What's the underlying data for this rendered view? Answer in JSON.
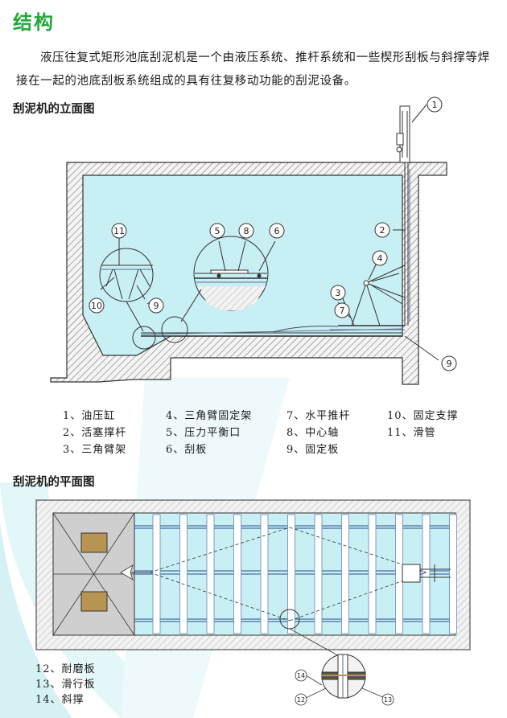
{
  "page": {
    "title": "结构",
    "intro": "液压往复式矩形池底刮泥机是一个由液压系统、推杆系统和一些楔形刮板与斜撑等焊接在一起的池底刮板系统组成的具有往复移动功能的刮泥设备。"
  },
  "elevation": {
    "title": "刮泥机的立面图",
    "callouts": [
      "1",
      "2",
      "3",
      "4",
      "5",
      "6",
      "7",
      "8",
      "9",
      "10",
      "11"
    ],
    "legend": [
      "1、油压缸",
      "4、三角臂固定架",
      "7、水平推杆",
      "10、固定支撑",
      "2、活塞撑杆",
      "5、压力平衡口",
      "8、中心轴",
      "11、滑管",
      "3、三角臂架",
      "6、刮板",
      "9、固定板",
      ""
    ]
  },
  "plan": {
    "title": "刮泥机的平面图",
    "callouts": [
      "14",
      "12",
      "13"
    ],
    "legend": [
      "12、耐磨板",
      "13、滑行板",
      "14、斜撑"
    ]
  },
  "colors": {
    "title_green": "#22a83a",
    "water": "#c8eff4",
    "concrete_hatch": "#777777",
    "plan_hatch": "#d4d4d4",
    "brown_block": "#b89452",
    "bg_swoosh": "#e3f6f8"
  }
}
